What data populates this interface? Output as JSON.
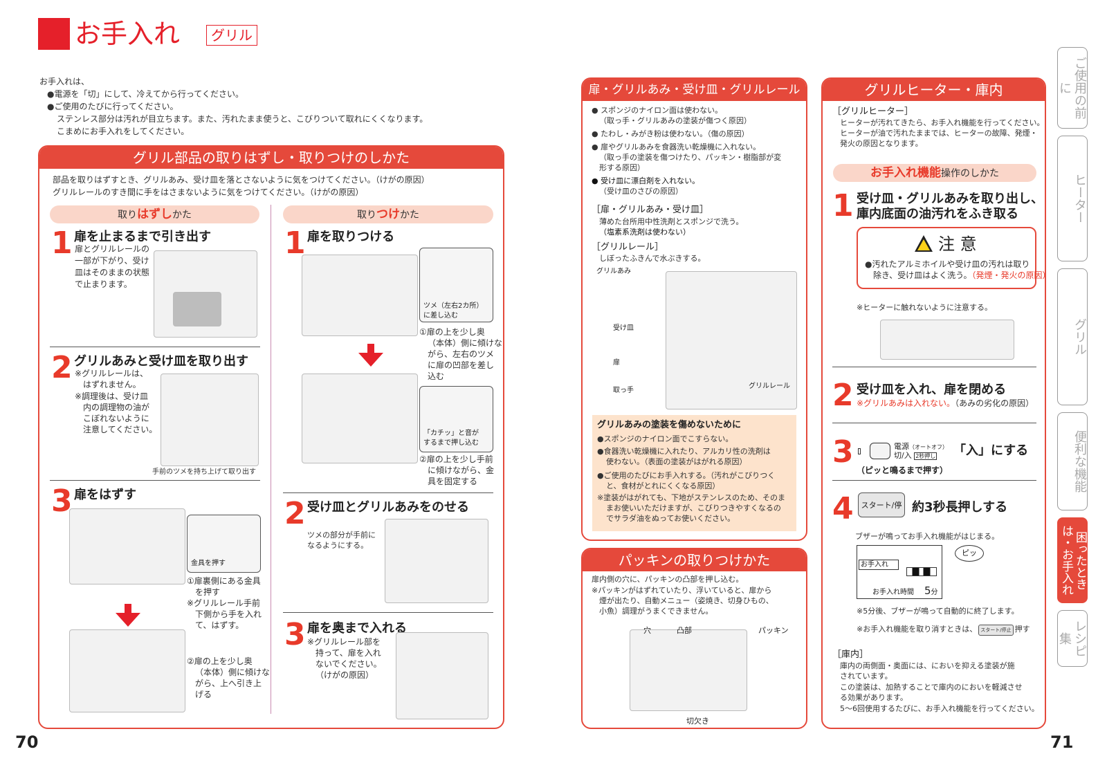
{
  "header": {
    "title": "お手入れ",
    "badge": "グリル"
  },
  "intro": {
    "lead": "お手入れは、",
    "b1": "●電源を「切」にして、冷えてから行ってください。",
    "b2": "●ご使用のたびに行ってください。",
    "b2a": "ステンレス部分は汚れが目立ちます。また、汚れたまま使うと、こびりついて取れにくくなります。",
    "b2b": "こまめにお手入れをしてください。"
  },
  "left": {
    "header": "グリル部品の取りはずし・取りつけのしかた",
    "note1": "部品を取りはずすとき、グリルあみ、受け皿を落とさないように気をつけてください。（けがの原因）",
    "note2": "グリルレールのすき間に手をはさまないように気をつけてください。（けがの原因）",
    "remove": {
      "pre": "取り",
      "em": "はずし",
      "post": "かた",
      "s1": {
        "n": "1",
        "title": "扉を止まるまで引き出す",
        "d1": "扉とグリルレールの",
        "d2": "一部が下がり、受け",
        "d3": "皿はそのままの状態",
        "d4": "で止まります。"
      },
      "s2": {
        "n": "2",
        "title": "グリルあみと受け皿を取り出す",
        "d1": "※グリルレールは、",
        "d2": "はずれません。",
        "d3": "※調理後は、受け皿",
        "d4": "内の調理物の油が",
        "d5": "こぼれないように",
        "d6": "注意してください。",
        "cap": "手前のツメを持ち上げて取り出す"
      },
      "s3": {
        "n": "3",
        "title": "扉をはずす",
        "c1": "金具を押す",
        "a1": "①扉裏側にある金具",
        "a2": "を押す",
        "a3": "※グリルレール手前",
        "a4": "下側から手を入れ",
        "a5": "て、はずす。",
        "b1": "②扉の上を少し奥",
        "b2": "（本体）側に傾けな",
        "b3": "がら、上へ引き上",
        "b4": "げる"
      }
    },
    "attach": {
      "pre": "取り",
      "em": "つけ",
      "post": "かた",
      "s1": {
        "n": "1",
        "title": "扉を取りつける",
        "c1a": "ツメ（左右2カ所）",
        "c1b": "に差し込む",
        "a1": "①扉の上を少し奥",
        "a2": "（本体）側に傾けな",
        "a3": "がら、左右のツメ",
        "a4": "に扉の凹部を差し",
        "a5": "込む",
        "c2a": "「カチッ」と音が",
        "c2b": "するまで押し込む",
        "b1": "②扉の上を少し手前",
        "b2": "に傾けながら、金",
        "b3": "具を固定する"
      },
      "s2": {
        "n": "2",
        "title": "受け皿とグリルあみをのせる",
        "d1": "ツメの部分が手前に",
        "d2": "なるようにする。"
      },
      "s3": {
        "n": "3",
        "title": "扉を奥まで入れる",
        "d1": "※グリルレール部を",
        "d2": "持って、扉を入れ",
        "d3": "ないでください。",
        "d4": "（けがの原因）"
      }
    }
  },
  "mid": {
    "header": "扉・グリルあみ・受け皿・グリルレール",
    "b1": "● スポンジのナイロン面は使わない。",
    "b1a": "（取っ手・グリルあみの塗装が傷つく原因）",
    "b2": "● たわし・みがき粉は使わない。（傷の原因）",
    "b3": "● 扉やグリルあみを食器洗い乾燥機に入れない。",
    "b3a": "（取っ手の塗装を傷つけたり、パッキン・樹脂部が変",
    "b3b": "形する原因）",
    "b4": "● 受け皿に漂白剤を入れない。",
    "b4a": "（受け皿のさびの原因）",
    "h1": "［扉・グリルあみ・受け皿］",
    "h1a": "薄めた台所用中性洗剤とスポンジで洗う。",
    "h1b": "（塩素系洗剤は使わない）",
    "h2": "［グリルレール］",
    "h2a": "しぼったふきんで水ぶきする。",
    "l1": "グリルあみ",
    "l2": "受け皿",
    "l3": "扉",
    "l4": "取っ手",
    "l5": "グリルレール",
    "box": {
      "title": "グリルあみの塗装を傷めないために",
      "p1": "●スポンジのナイロン面でこすらない。",
      "p2": "●食器洗い乾燥機に入れたり、アルカリ性の洗剤は",
      "p2a": "使わない。（表面の塗装がはがれる原因）",
      "p3": "●ご使用のたびにお手入れする。（汚れがこびりつく",
      "p3a": "と、食材がとれにくくなる原因）",
      "p4": "※塗装がはがれても、下地がステンレスのため、そのま",
      "p4a": "まお使いいただけますが、こびりつきやすくなるの",
      "p4b": "でサラダ油をぬってお使いください。"
    }
  },
  "pack": {
    "header": "パッキンの取りつけかた",
    "p1": "扉内側の穴に、パッキンの凸部を押し込む。",
    "p2": "※パッキンがはずれていたり、浮いていると、扉から",
    "p2a": "煙が出たり、自動メニュー（姿焼き、切身ひもの、",
    "p2b": "小魚）調理がうまくできません。",
    "l1": "穴",
    "l2": "凸部",
    "l3": "パッキン",
    "l4": "切欠き"
  },
  "right": {
    "header": "グリルヒーター・庫内",
    "h1": "［グリルヒーター］",
    "h1a": "ヒーターが汚れてきたら、お手入れ機能を行ってください。",
    "h1b": "ヒーターが油で汚れたままでは、ヒーターの故障、発煙・",
    "h1c": "発火の原因となります。",
    "pill_em": "お手入れ機能",
    "pill_rest": "操作のしかた",
    "s1": {
      "n": "1",
      "t1": "受け皿・グリルあみを取り出し、",
      "t2": "庫内底面の油汚れをふき取る"
    },
    "caution": {
      "title": "注 意",
      "l1": "●汚れたアルミホイルや受け皿の汚れは取り",
      "l2a": "除き、受け皿はよく洗う。",
      "l2b": "（発煙・発火の原因）"
    },
    "note": "※ヒーターに触れないように注意する。",
    "s2": {
      "n": "2",
      "title": "受け皿を入れ、扉を閉める",
      "redpart": "※グリルあみは入れない。",
      "rest": "（あみの劣化の原因）"
    },
    "s3": {
      "n": "3",
      "k1": "電源",
      "k1s": "（オートオフ）",
      "k2": "切/入",
      "k2s": "2秒押し",
      "title": "「入」にする",
      "sub": "（ピッと鳴るまで押す）"
    },
    "s4": {
      "n": "4",
      "btn": "スタート/停止",
      "title": "約3秒長押しする",
      "d1": "ブザーが鳴ってお手入れ機能がはじまる。",
      "bubble": "ピッ",
      "disp1": "お手入れ",
      "disp2": "お手入れ時間",
      "disp3": "5",
      "disp4": "分",
      "n1": "※5分後、ブザーが鳴って自動的に終了します。",
      "n2a": "※お手入れ機能を取り消すときは、",
      "n2btn": "スタート/停止",
      "n2b": "押す"
    },
    "h2": "［庫内］",
    "h2a": "庫内の両側面・奥面には、においを抑える塗装が施",
    "h2b": "されています。",
    "h2c": "この塗装は、加熱することで庫内のにおいを軽減させ",
    "h2d": "る効果があります。",
    "h2e": "5〜6回使用するたびに、お手入れ機能を行ってください。"
  },
  "tabs": [
    "ご使用の前に",
    "ヒーター",
    "グリル",
    "便利な機能",
    "困ったときは・お手入れ",
    "レシピ集"
  ],
  "pages": {
    "left": "70",
    "right": "71"
  },
  "colors": {
    "accent": "#e5493b",
    "pill": "#fad6c9",
    "box": "#fde3cc"
  }
}
